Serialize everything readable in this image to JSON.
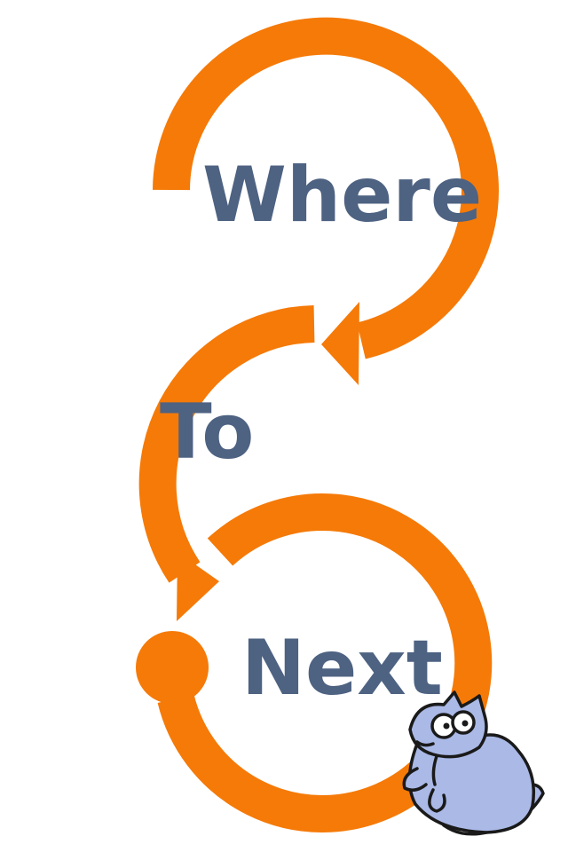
{
  "words": {
    "first": "Where",
    "second": "To",
    "third": "Next"
  },
  "colors": {
    "arrow": "#f57a08",
    "text": "#4e6282",
    "mascot_fill": "#aab9e6",
    "mascot_outline": "#1a1a1a",
    "background": "#ffffff"
  },
  "icons": [
    "curved-arrow-icon",
    "cartoon-cat-icon"
  ]
}
